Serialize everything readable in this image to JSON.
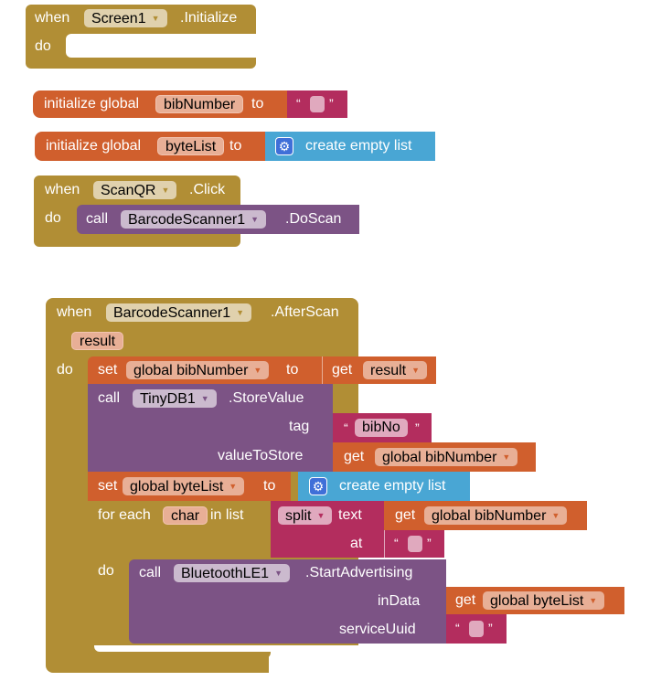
{
  "blocks": {
    "screen_init": {
      "when": "when",
      "component": "Screen1",
      "event": ".Initialize",
      "do": "do"
    },
    "init_bib": {
      "label": "initialize global",
      "name": "bibNumber",
      "to": "to",
      "value_open": "“",
      "value_close": "”"
    },
    "init_bytelist": {
      "label": "initialize global",
      "name": "byteList",
      "to": "to",
      "value": "create empty list"
    },
    "scan_click": {
      "when": "when",
      "component": "ScanQR",
      "event": ".Click",
      "do": "do",
      "call": "call",
      "call_component": "BarcodeScanner1",
      "method": ".DoScan"
    },
    "after_scan": {
      "when": "when",
      "component": "BarcodeScanner1",
      "event": ".AfterScan",
      "param": "result",
      "do": "do",
      "set1": {
        "set": "set",
        "var": "global bibNumber",
        "to": "to",
        "get": "get",
        "get_var": "result"
      },
      "store": {
        "call": "call",
        "component": "TinyDB1",
        "method": ".StoreValue",
        "tag_label": "tag",
        "tag_value": "bibNo",
        "open_q": "“",
        "close_q": "”",
        "value_label": "valueToStore",
        "get": "get",
        "get_var": "global bibNumber"
      },
      "set2": {
        "set": "set",
        "var": "global byteList",
        "to": "to",
        "value": "create empty list"
      },
      "foreach": {
        "for_each": "for each",
        "item": "char",
        "in_list": "in list",
        "split": "split",
        "text_label": "text",
        "get": "get",
        "get_var": "global bibNumber",
        "at_label": "at",
        "open_q": "“",
        "close_q": "”",
        "do": "do"
      },
      "advertise": {
        "call": "call",
        "component": "BluetoothLE1",
        "method": ".StartAdvertising",
        "indata_label": "inData",
        "get": "get",
        "get_var": "global byteList",
        "uuid_label": "serviceUuid",
        "open_q": "“",
        "close_q": "”"
      }
    }
  },
  "colors": {
    "event": "#b18e35",
    "variable": "#d05f2d",
    "text": "#b32d5e",
    "list": "#49a6d4",
    "procedure": "#7c5385"
  }
}
